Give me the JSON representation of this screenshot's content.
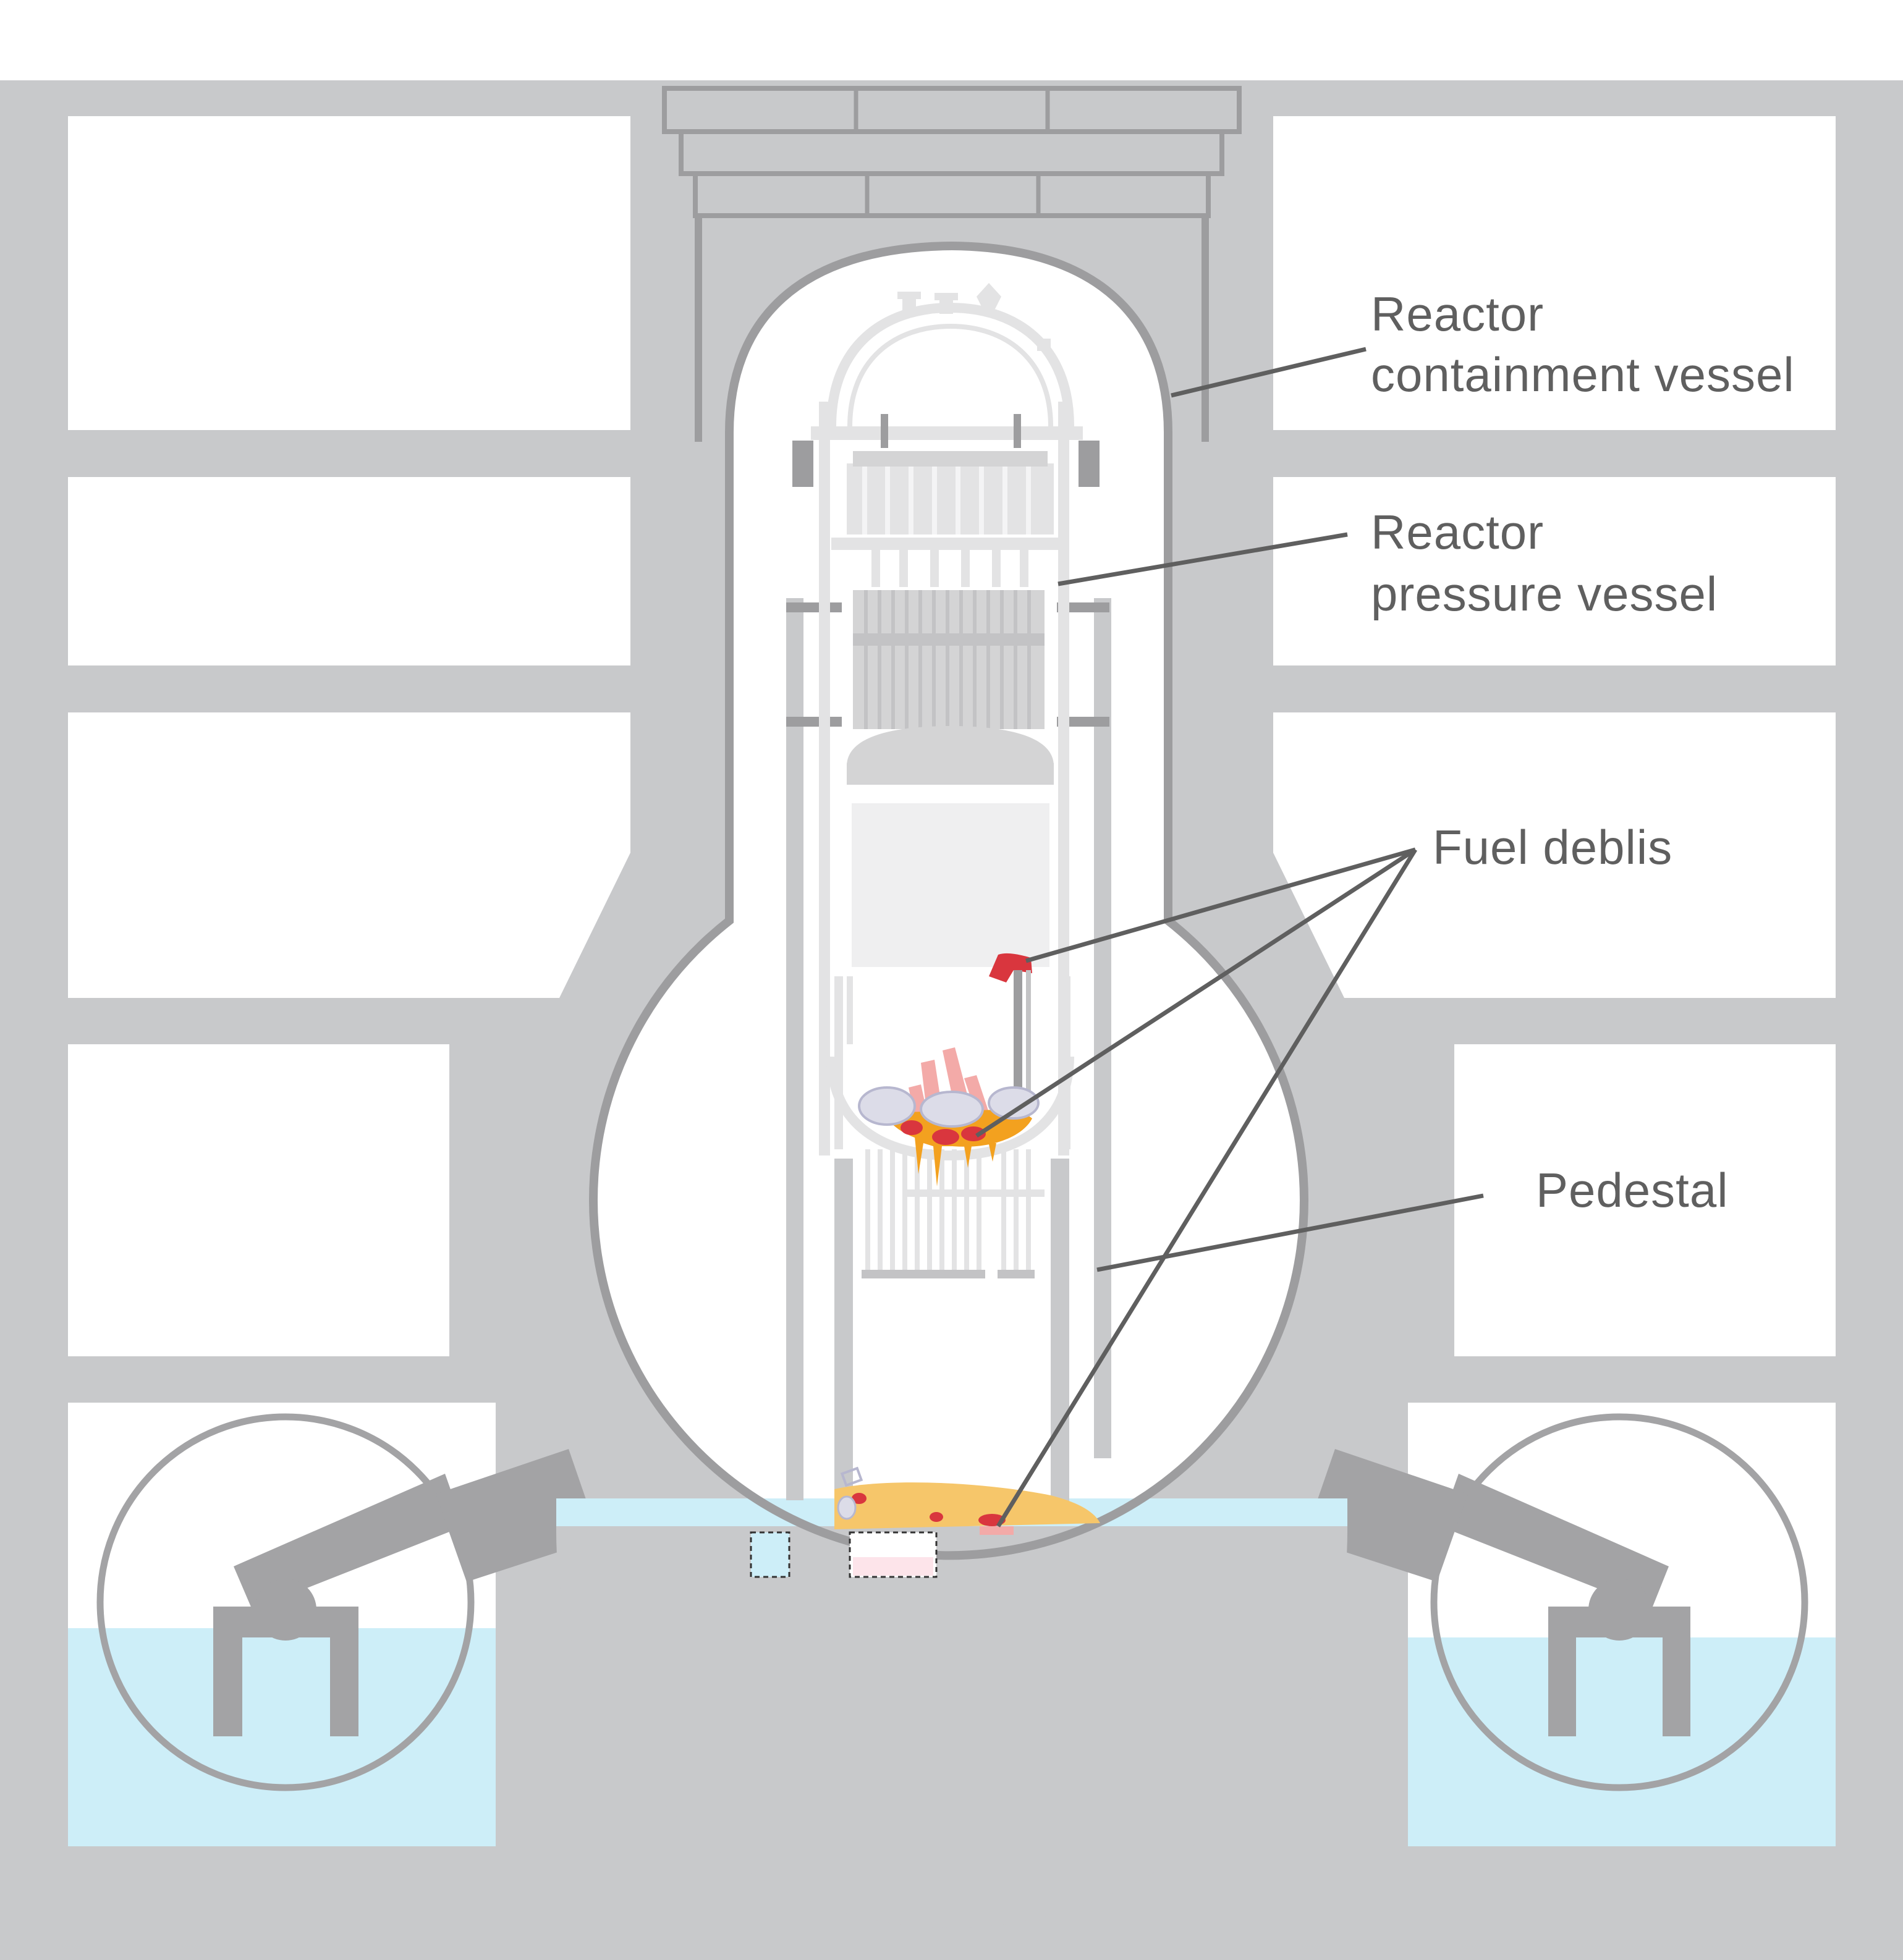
{
  "labels": {
    "containment_line1": "Reactor",
    "containment_line2": "containment vessel",
    "pressure_line1": "Reactor",
    "pressure_line2": "pressure vessel",
    "fuel_debris": "Fuel deblis",
    "pedestal": "Pedestal"
  },
  "colors": {
    "building": "#c8c9cb",
    "vessel_outline": "#9d9d9f",
    "rpv_internal": "#e3e3e4",
    "room": "#ffffff",
    "water": "#cdeef8",
    "debris_orange": "#f3a11f",
    "debris_red": "#d9363e",
    "debris_sand": "#f6c66a",
    "debris_pink": "#f3aaa8",
    "leader": "#5f5f5f",
    "suppression_pipe": "#a3a3a5"
  }
}
